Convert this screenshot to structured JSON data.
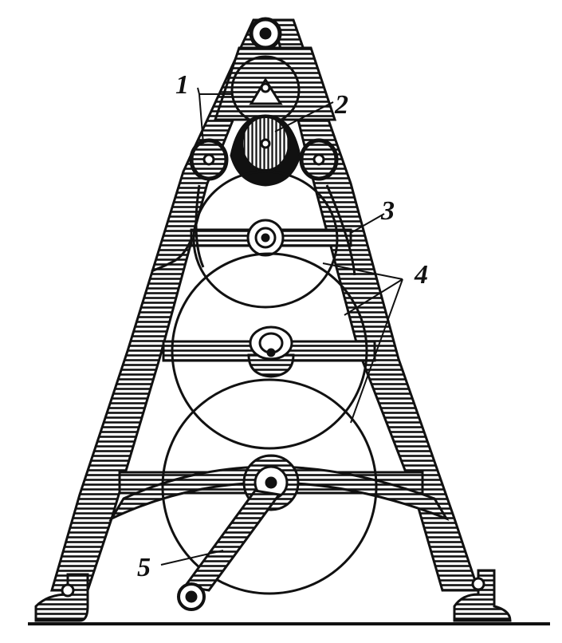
{
  "labels": {
    "l1": "1",
    "l2": "2",
    "l3": "3",
    "l4": "4",
    "l5": "5"
  },
  "colors": {
    "ink": "#111111",
    "paper": "#ffffff"
  }
}
